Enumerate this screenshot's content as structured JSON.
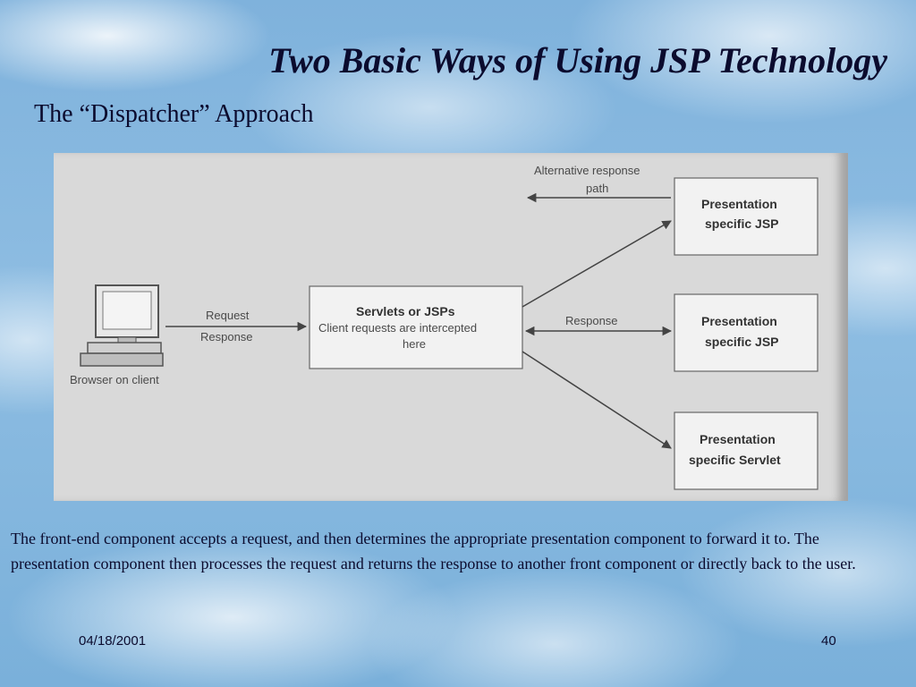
{
  "slide": {
    "title": "Two Basic Ways of Using JSP Technology",
    "subtitle": "The “Dispatcher” Approach",
    "caption": "The front-end component accepts a request, and then determines the appropriate presentation component to forward it to. The presentation component then processes the request and returns the response to another front component or directly back to the user.",
    "date": "04/18/2001",
    "page": "40"
  },
  "diagram": {
    "client_label": "Browser on client",
    "request_label": "Request",
    "response_label_left": "Response",
    "servlet_title": "Servlets or JSPs",
    "servlet_desc_1": "Client requests are intercepted",
    "servlet_desc_2": "here",
    "alt_path_1": "Alternative response",
    "alt_path_2": "path",
    "response_label_right": "Response",
    "box1_line1": "Presentation",
    "box1_line2": "specific JSP",
    "box2_line1": "Presentation",
    "box2_line2": "specific JSP",
    "box3_line1": "Presentation",
    "box3_line2": "specific Servlet"
  }
}
